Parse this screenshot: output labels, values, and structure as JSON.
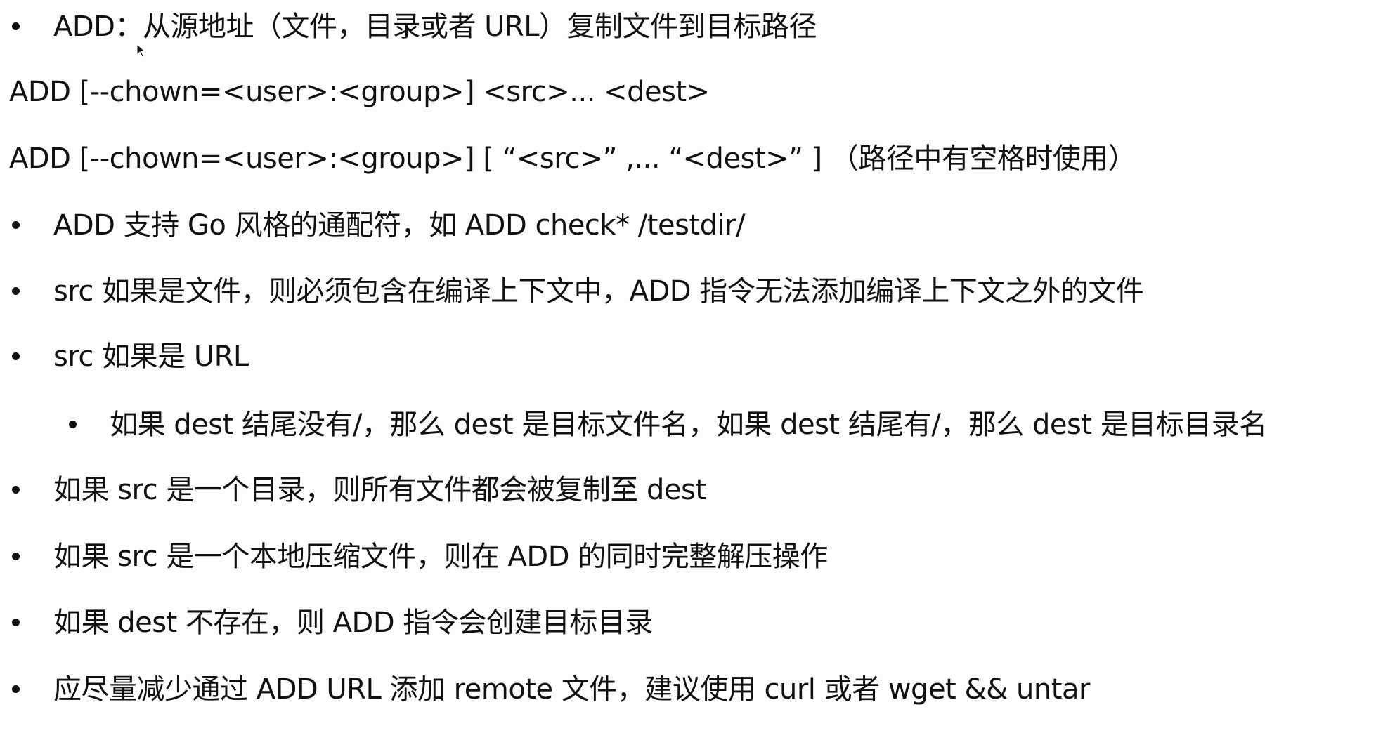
{
  "slide": {
    "lines": [
      {
        "type": "bullet",
        "level": 1,
        "text": "ADD：从源地址（文件，目录或者 URL）复制文件到目标路径"
      },
      {
        "type": "plain",
        "level": 0,
        "text": "ADD [--chown=<user>:<group>] <src>... <dest>"
      },
      {
        "type": "plain",
        "level": 0,
        "text": "ADD [--chown=<user>:<group>] [ “<src>” ,... “<dest>” ] （路径中有空格时使用）"
      },
      {
        "type": "bullet",
        "level": 1,
        "text": "ADD 支持 Go 风格的通配符，如 ADD check* /testdir/"
      },
      {
        "type": "bullet",
        "level": 1,
        "text": "src 如果是文件，则必须包含在编译上下文中，ADD 指令无法添加编译上下文之外的文件"
      },
      {
        "type": "bullet",
        "level": 1,
        "text": "src 如果是 URL"
      },
      {
        "type": "bullet",
        "level": 2,
        "text": "如果 dest 结尾没有/，那么 dest 是目标文件名，如果 dest 结尾有/，那么 dest 是目标目录名"
      },
      {
        "type": "bullet",
        "level": 1,
        "text": "如果 src 是一个目录，则所有文件都会被复制至 dest"
      },
      {
        "type": "bullet",
        "level": 1,
        "text": "如果 src 是一个本地压缩文件，则在 ADD 的同时完整解压操作"
      },
      {
        "type": "bullet",
        "level": 1,
        "text": "如果 dest 不存在，则 ADD 指令会创建目标目录"
      },
      {
        "type": "bullet",
        "level": 1,
        "text": "应尽量减少通过 ADD URL 添加 remote 文件，建议使用 curl 或者 wget && untar"
      }
    ]
  },
  "colors": {
    "background": "#fdfdfc",
    "text": "#111111"
  }
}
